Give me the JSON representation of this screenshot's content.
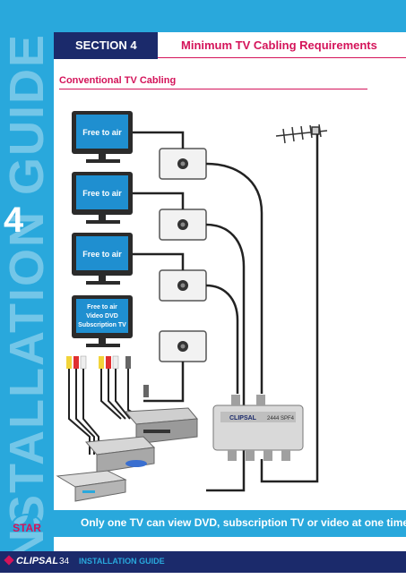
{
  "sidebar": {
    "vertical_title": "INSTALLATION GUIDE",
    "chapter_number": "4"
  },
  "section": {
    "label": "SECTION 4",
    "title": "Minimum TV Cabling Requirements"
  },
  "subheading": "Conventional TV Cabling",
  "diagram": {
    "tv_labels": [
      "Free to air",
      "Free to air",
      "Free to air"
    ],
    "tv4_lines": [
      "Free to air",
      "Video   DVD",
      "Subscription TV"
    ],
    "splitter_brand": "CLIPSAL",
    "splitter_model": "2444 SPF4"
  },
  "note": "Only one TV can view DVD, subscription TV or video at one time.",
  "footer": {
    "brand": "CLIPSAL",
    "page_number": "34",
    "label": "INSTALLATION GUIDE"
  },
  "logo": {
    "text": "STAR"
  },
  "colors": {
    "accent_blue": "#29a8dc",
    "navy": "#1b2a6b",
    "magenta": "#d4145a"
  }
}
